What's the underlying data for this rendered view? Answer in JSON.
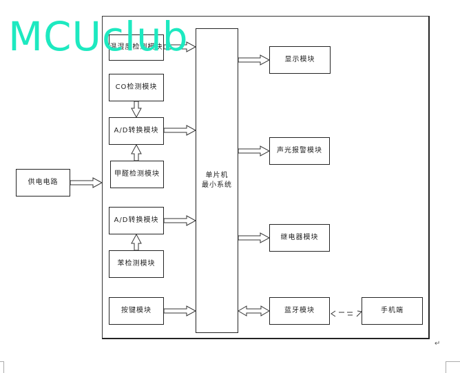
{
  "watermark": "MCUclub",
  "diagram": {
    "title": "System block diagram",
    "power": {
      "label": "供电电路"
    },
    "mcu": {
      "line1": "单片机",
      "line2": "最小系统"
    },
    "inputs": [
      {
        "id": "temp-humidity",
        "label": "温湿度检测模块"
      },
      {
        "id": "co-detect",
        "label": "CO检测模块"
      },
      {
        "id": "ad-convert-1",
        "label": "A/D转换模块"
      },
      {
        "id": "formaldehyde-detect",
        "label": "甲醛检测模块"
      },
      {
        "id": "ad-convert-2",
        "label": "A/D转换模块"
      },
      {
        "id": "benzene-detect",
        "label": "苯检测模块"
      },
      {
        "id": "keypad",
        "label": "按键模块"
      }
    ],
    "outputs": [
      {
        "id": "display",
        "label": "显示模块"
      },
      {
        "id": "alarm",
        "label": "声光报警模块"
      },
      {
        "id": "relay",
        "label": "继电器模块"
      },
      {
        "id": "bluetooth",
        "label": "蓝牙模块"
      }
    ],
    "phone": {
      "label": "手机端"
    }
  },
  "paragraph_mark": "↵",
  "colors": {
    "watermark": "#1de9c0",
    "line": "#222222"
  }
}
